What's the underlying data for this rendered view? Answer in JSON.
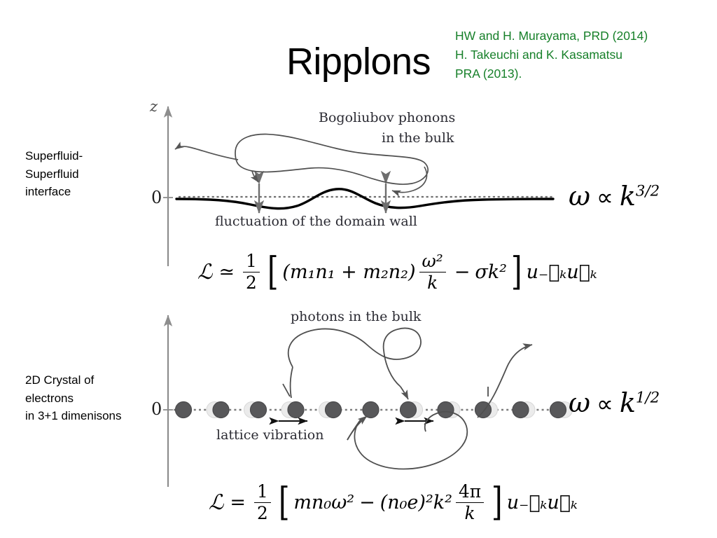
{
  "slide": {
    "title": "Ripplons",
    "background": "#ffffff"
  },
  "citation": {
    "color": "#17802a",
    "lines": [
      "HW and H. Murayama, PRD (2014)",
      "H. Takeuchi and K. Kasamatsu",
      "PRA (2013)."
    ],
    "line1": "HW and H. Murayama, PRD (2014)",
    "line2": "H. Takeuchi and K. Kasamatsu",
    "line3": "PRA (2013)."
  },
  "panels": {
    "top": {
      "side_label_line1": "Superfluid-",
      "side_label_line2": "Superfluid",
      "side_label_line3": "interface",
      "axis_label_z": "z",
      "axis_tick_zero": "0",
      "annotation_line1": "Bogoliubov phonons",
      "annotation_line2": "in the bulk",
      "caption": "fluctuation of the domain wall",
      "dispersion": {
        "omega": "ω",
        "proportional": "∝",
        "base": "k",
        "exponent": "3/2"
      },
      "equation": {
        "lhs": "ℒ",
        "relation": "≃",
        "prefactor_num": "1",
        "prefactor_den": "2",
        "bracket_open": "[",
        "term_mass": "(m₁n₁ + m₂n₂)",
        "frac_num": "ω²",
        "frac_den": "k",
        "minus": "−",
        "sigma_term": "σk²",
        "bracket_close": "]",
        "fields": "u₋⃗ₖu⃗ₖ"
      }
    },
    "bottom": {
      "side_label_line1": "2D Crystal of",
      "side_label_line2": "electrons",
      "side_label_line3": "in 3+1 dimenisons",
      "axis_tick_zero": "0",
      "annotation": "photons in the bulk",
      "caption": "lattice vibration",
      "dispersion": {
        "omega": "ω",
        "proportional": "∝",
        "base": "k",
        "exponent": "1/2"
      },
      "equation": {
        "lhs": "ℒ",
        "relation": "=",
        "prefactor_num": "1",
        "prefactor_den": "2",
        "bracket_open": "[",
        "term_kinetic": "mn₀ω²",
        "minus": "−",
        "term_coulomb": "(n₀e)²k²",
        "frac_num": "4π",
        "frac_den": "k",
        "bracket_close": "]",
        "fields": "u₋⃗ₖu⃗ₖ"
      },
      "lattice": {
        "dot_count": 11,
        "dot_color": "#58585a",
        "ghost_color": "#ebebeb",
        "ghost_offsets": [
          0,
          -9,
          -9,
          -9,
          -9,
          0,
          9,
          9,
          9,
          9,
          9
        ]
      }
    }
  },
  "colors": {
    "axis": "#8d8d8d",
    "curve": "#000000",
    "dotted": "#7d7d7d",
    "annotation_arrow": "#555555",
    "text": "#000000",
    "diagram_text": "#2b2b33"
  }
}
